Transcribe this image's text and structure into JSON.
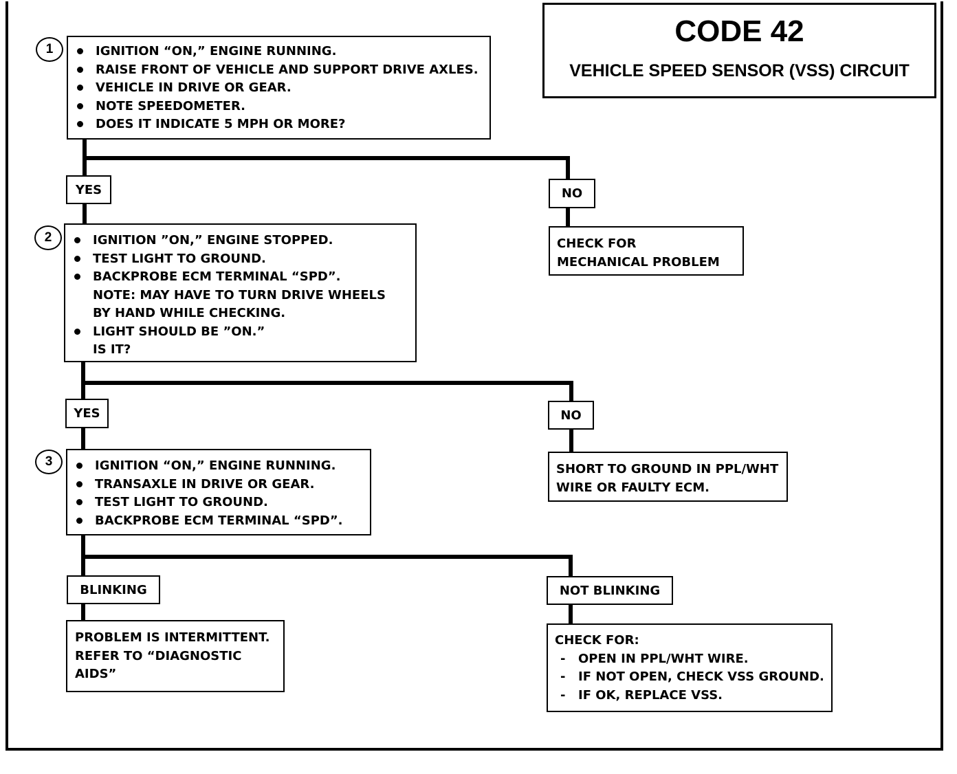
{
  "title": {
    "code": "CODE 42",
    "subtitle": "VEHICLE SPEED SENSOR (VSS) CIRCUIT"
  },
  "steps": [
    {
      "number": "1",
      "lines": [
        "IGNITION “ON,” ENGINE RUNNING.",
        "RAISE FRONT OF VEHICLE AND SUPPORT DRIVE AXLES.",
        "VEHICLE IN DRIVE OR GEAR.",
        "NOTE SPEEDOMETER.",
        "DOES IT INDICATE 5 MPH OR MORE?"
      ],
      "yes_label": "YES",
      "no_label": "NO",
      "no_result": [
        "CHECK FOR",
        "MECHANICAL PROBLEM"
      ]
    },
    {
      "number": "2",
      "lines": [
        "IGNITION ”ON,” ENGINE STOPPED.",
        "TEST LIGHT TO GROUND.",
        "BACKPROBE ECM TERMINAL “SPD”.",
        "NOTE:  MAY HAVE TO TURN DRIVE WHEELS",
        "BY HAND WHILE CHECKING.",
        "LIGHT SHOULD BE ”ON.”",
        "IS IT?"
      ],
      "yes_label": "YES",
      "no_label": "NO",
      "no_result": [
        "SHORT TO GROUND IN PPL/WHT",
        "WIRE OR FAULTY ECM."
      ]
    },
    {
      "number": "3",
      "lines": [
        "IGNITION “ON,” ENGINE RUNNING.",
        "TRANSAXLE IN DRIVE OR GEAR.",
        "TEST LIGHT TO GROUND.",
        "BACKPROBE ECM TERMINAL “SPD”."
      ],
      "blinking_label": "BLINKING",
      "not_blinking_label": "NOT BLINKING",
      "blinking_result": [
        "PROBLEM IS INTERMITTENT.",
        "REFER TO “DIAGNOSTIC",
        "AIDS”"
      ],
      "not_blinking_result": {
        "heading": "CHECK FOR:",
        "items": [
          "OPEN IN PPL/WHT WIRE.",
          "IF NOT OPEN, CHECK VSS GROUND.",
          "IF OK, REPLACE VSS."
        ]
      }
    }
  ]
}
